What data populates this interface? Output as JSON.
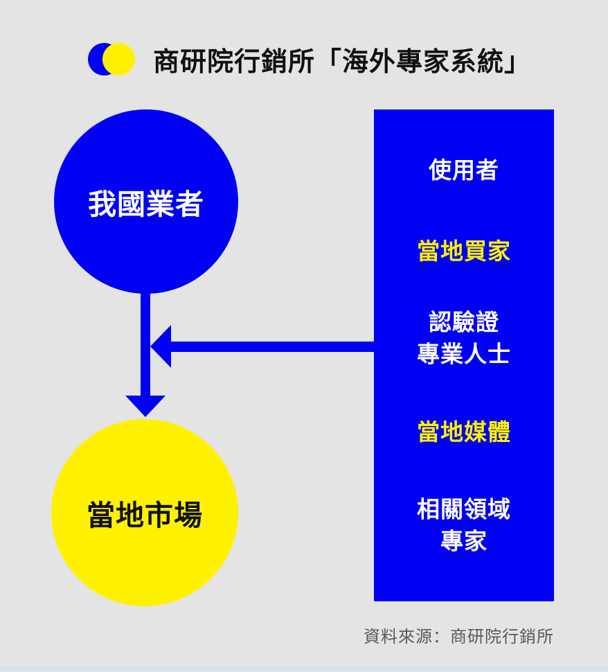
{
  "title": "商研院行銷所「海外專家系統」",
  "logo": {
    "icon": "overlapping-blue-yellow-circles"
  },
  "nodes": {
    "domestic_operators": "我國業者",
    "local_market": "當地市場"
  },
  "panel": {
    "items": [
      {
        "label": "使用者",
        "color": "#FFFFFF"
      },
      {
        "label": "當地買家",
        "color": "#FFF100"
      },
      {
        "label": "認驗證\n專業人士",
        "color": "#FFFFFF"
      },
      {
        "label": "當地媒體",
        "color": "#FFF100"
      },
      {
        "label": "相關領域\n專家",
        "color": "#FFFFFF"
      }
    ]
  },
  "footer": {
    "source": "資料來源：商研院行銷所"
  },
  "colors": {
    "blue": "#0000F2",
    "yellow": "#FFF100",
    "background": "#E4E4E4",
    "bottom_bar": "#D5E3EB",
    "title_text": "#111111",
    "source_text": "#595959"
  }
}
